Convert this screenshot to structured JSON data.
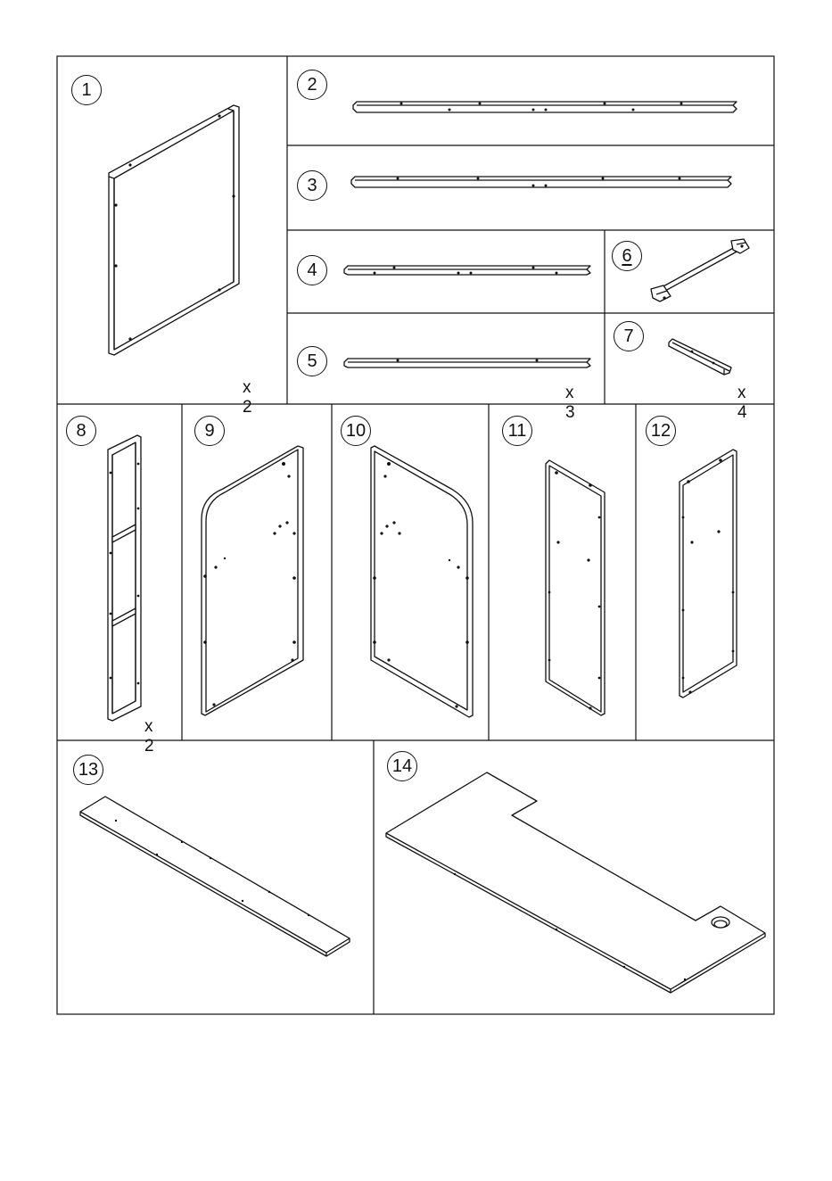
{
  "parts": [
    {
      "number": "1",
      "quantity": "x 2",
      "shape": "rect-frame"
    },
    {
      "number": "2",
      "quantity": "",
      "shape": "long-bar"
    },
    {
      "number": "3",
      "quantity": "",
      "shape": "long-bar"
    },
    {
      "number": "4",
      "quantity": "",
      "shape": "medium-bar"
    },
    {
      "number": "5",
      "quantity": "x 3",
      "shape": "medium-bar"
    },
    {
      "number": "6",
      "quantity": "",
      "shape": "crossbar-with-plates",
      "underlined": true
    },
    {
      "number": "7",
      "quantity": "x 4",
      "shape": "short-bar"
    },
    {
      "number": "8",
      "quantity": "x 2",
      "shape": "ladder-frame"
    },
    {
      "number": "9",
      "quantity": "",
      "shape": "panel-rounded-left"
    },
    {
      "number": "10",
      "quantity": "",
      "shape": "panel-rounded-right"
    },
    {
      "number": "11",
      "quantity": "",
      "shape": "narrow-panel"
    },
    {
      "number": "12",
      "quantity": "",
      "shape": "narrow-panel"
    },
    {
      "number": "13",
      "quantity": "",
      "shape": "long-board"
    },
    {
      "number": "14",
      "quantity": "",
      "shape": "desktop-board-with-grommet"
    }
  ],
  "colors": {
    "line": "#111111",
    "background": "#ffffff"
  }
}
